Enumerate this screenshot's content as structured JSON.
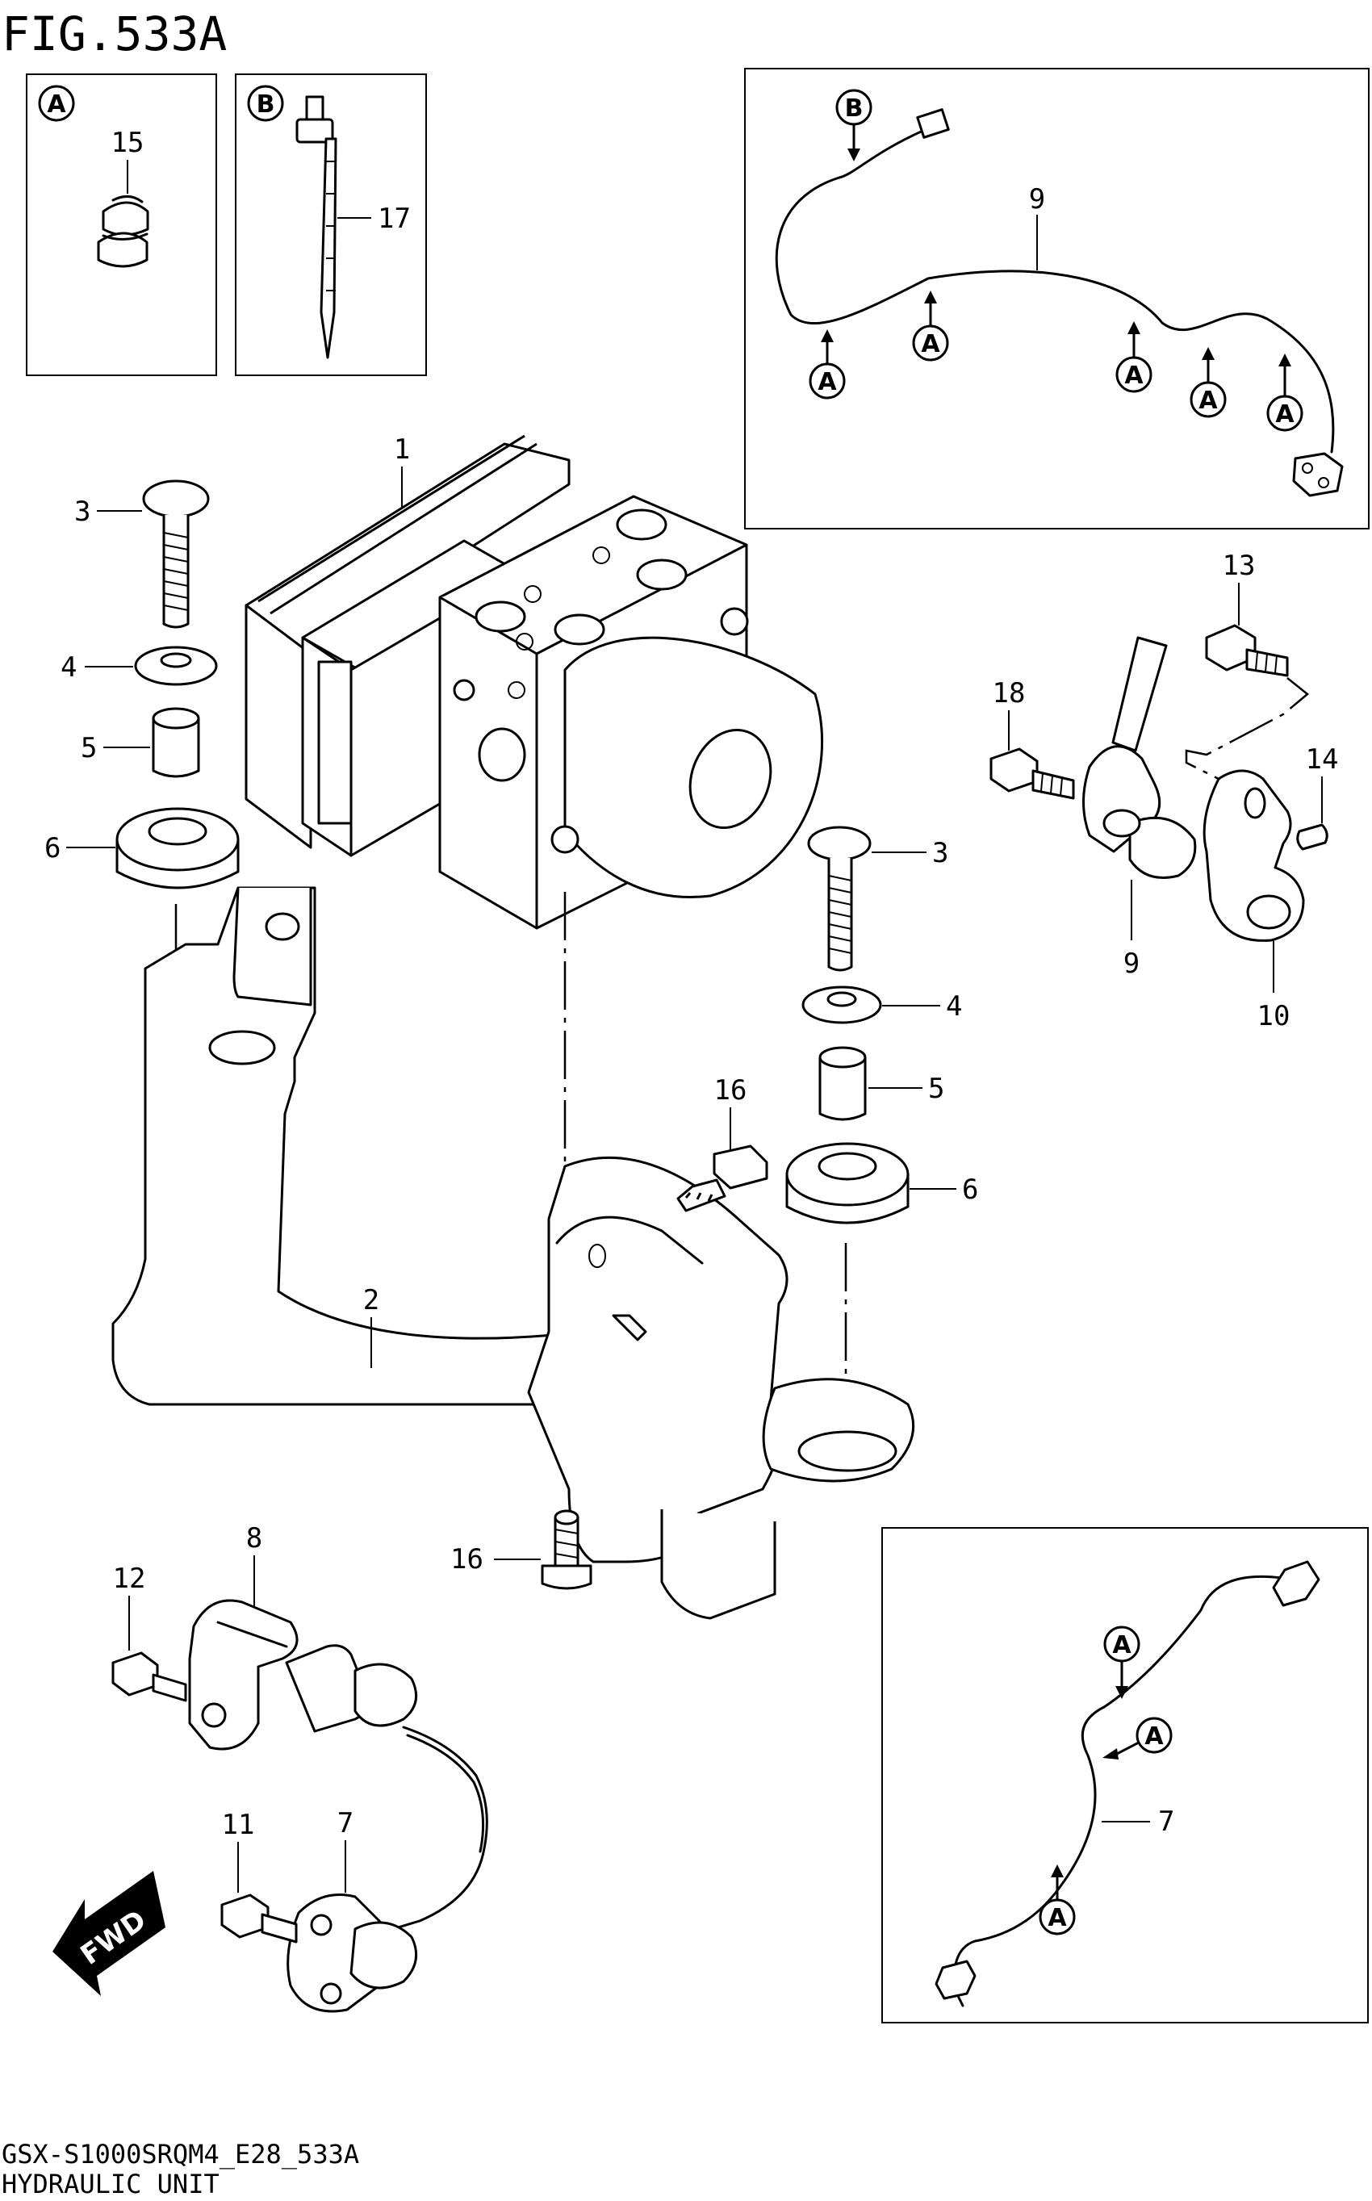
{
  "figure": {
    "title": "FIG.533A",
    "code": "GSX-S1000SRQM4_E28_533A",
    "name": "HYDRAULIC UNIT",
    "fwd_label": "FWD"
  },
  "callouts": {
    "A": "A",
    "B": "B"
  },
  "parts": {
    "p1": "1",
    "p2": "2",
    "p3a": "3",
    "p3b": "3",
    "p4a": "4",
    "p4b": "4",
    "p5a": "5",
    "p5b": "5",
    "p6a": "6",
    "p6b": "6",
    "p7a": "7",
    "p7b": "7",
    "p8": "8",
    "p9a": "9",
    "p9b": "9",
    "p10": "10",
    "p11": "11",
    "p12": "12",
    "p13": "13",
    "p14": "14",
    "p15": "15",
    "p16a": "16",
    "p16b": "16",
    "p17": "17",
    "p18": "18"
  }
}
